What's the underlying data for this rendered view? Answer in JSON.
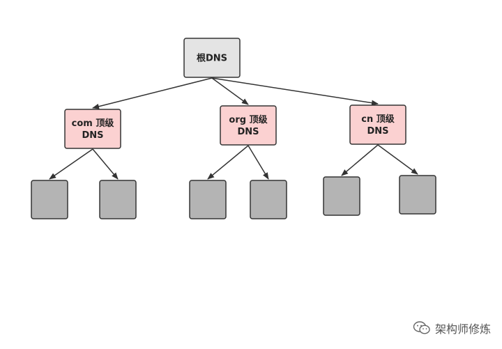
{
  "diagram": {
    "root": {
      "id": "root",
      "label": [
        "根DNS"
      ],
      "fill": "#e4e4e4"
    },
    "tlds": [
      {
        "id": "com",
        "label": [
          "com 顶级",
          "DNS"
        ],
        "fill": "#fbd1d1"
      },
      {
        "id": "org",
        "label": [
          "org 顶级",
          "DNS"
        ],
        "fill": "#fbd1d1"
      },
      {
        "id": "cn",
        "label": [
          "cn 顶级",
          "DNS"
        ],
        "fill": "#fbd1d1"
      }
    ],
    "leaf_fill": "#b4b4b4",
    "stroke": "#333333",
    "edge_color": "#333333"
  },
  "watermark": {
    "text": "架构师修炼",
    "icon": "wechat-icon"
  }
}
